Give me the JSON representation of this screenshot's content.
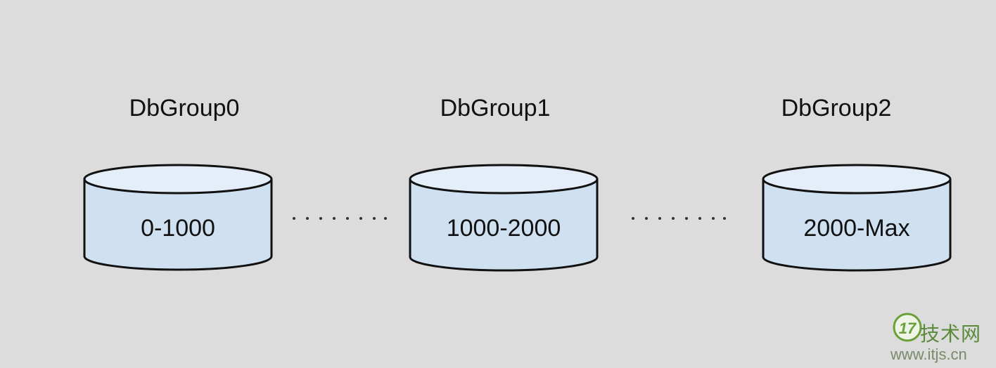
{
  "groups": [
    {
      "label": "DbGroup0",
      "range": "0-1000"
    },
    {
      "label": "DbGroup1",
      "range": "1000-2000"
    },
    {
      "label": "DbGroup2",
      "range": "2000-Max"
    }
  ],
  "watermark": {
    "logo_text": "17",
    "title": "技术网",
    "url": "www.itjs.cn"
  },
  "colors": {
    "background": "#dcdcdc",
    "cylinder_fill": "#cfe0f0",
    "cylinder_stroke": "#111111",
    "watermark_green": "#6aa03a"
  }
}
